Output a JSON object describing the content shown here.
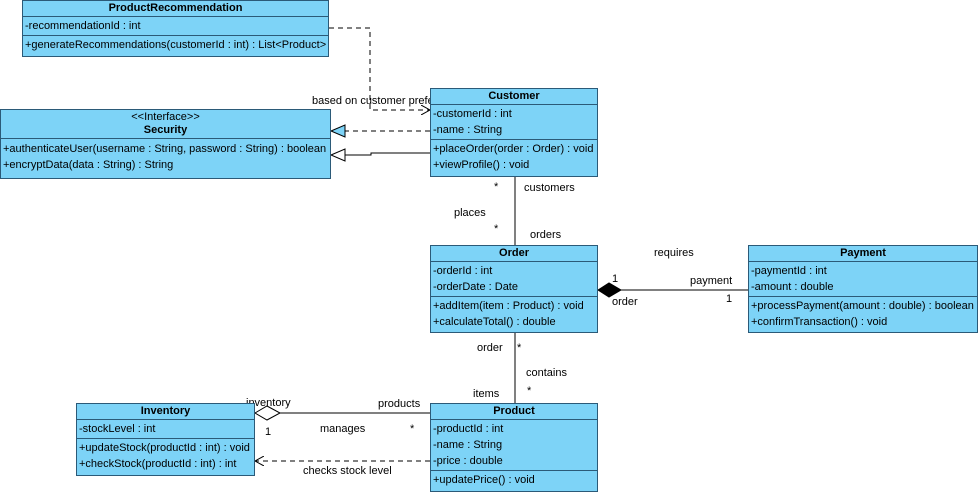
{
  "classes": {
    "product_recommendation": {
      "name": "ProductRecommendation",
      "attributes": [
        "-recommendationId : int"
      ],
      "operations": [
        "+generateRecommendations(customerId : int) : List<Product>"
      ]
    },
    "security": {
      "stereotype": "<<Interface>>",
      "name": "Security",
      "operations": [
        "+authenticateUser(username : String, password : String) : boolean",
        "+encryptData(data : String) : String"
      ]
    },
    "customer": {
      "name": "Customer",
      "attributes": [
        "-customerId : int",
        "-name : String"
      ],
      "operations": [
        "+placeOrder(order : Order) : void",
        "+viewProfile() : void"
      ]
    },
    "order": {
      "name": "Order",
      "attributes": [
        "-orderId : int",
        "-orderDate : Date"
      ],
      "operations": [
        "+addItem(item : Product) : void",
        "+calculateTotal() : double"
      ]
    },
    "payment": {
      "name": "Payment",
      "attributes": [
        "-paymentId : int",
        "-amount : double"
      ],
      "operations": [
        "+processPayment(amount : double) : boolean",
        "+confirmTransaction() : void"
      ]
    },
    "inventory": {
      "name": "Inventory",
      "attributes": [
        "-stockLevel : int"
      ],
      "operations": [
        "+updateStock(productId : int) : void",
        "+checkStock(productId : int) : int"
      ]
    },
    "product": {
      "name": "Product",
      "attributes": [
        "-productId : int",
        "-name : String",
        "-price : double"
      ],
      "operations": [
        "+updatePrice() : void"
      ]
    }
  },
  "labels": {
    "based_on": "based on customer preferences",
    "cust_star": "*",
    "cust_role": "customers",
    "places": "places",
    "order_star": "*",
    "orders_role": "orders",
    "requires": "requires",
    "comp_one": "1",
    "payment_role": "payment",
    "pay_one": "1",
    "order_role_right": "order",
    "order_role_below": "order",
    "order_star2": "*",
    "contains": "contains",
    "items": "items",
    "product_star": "*",
    "inventory_role": "inventory",
    "products_role": "products",
    "inv_one": "1",
    "manages": "manages",
    "prod_star": "*",
    "checks_stock": "checks stock level"
  }
}
